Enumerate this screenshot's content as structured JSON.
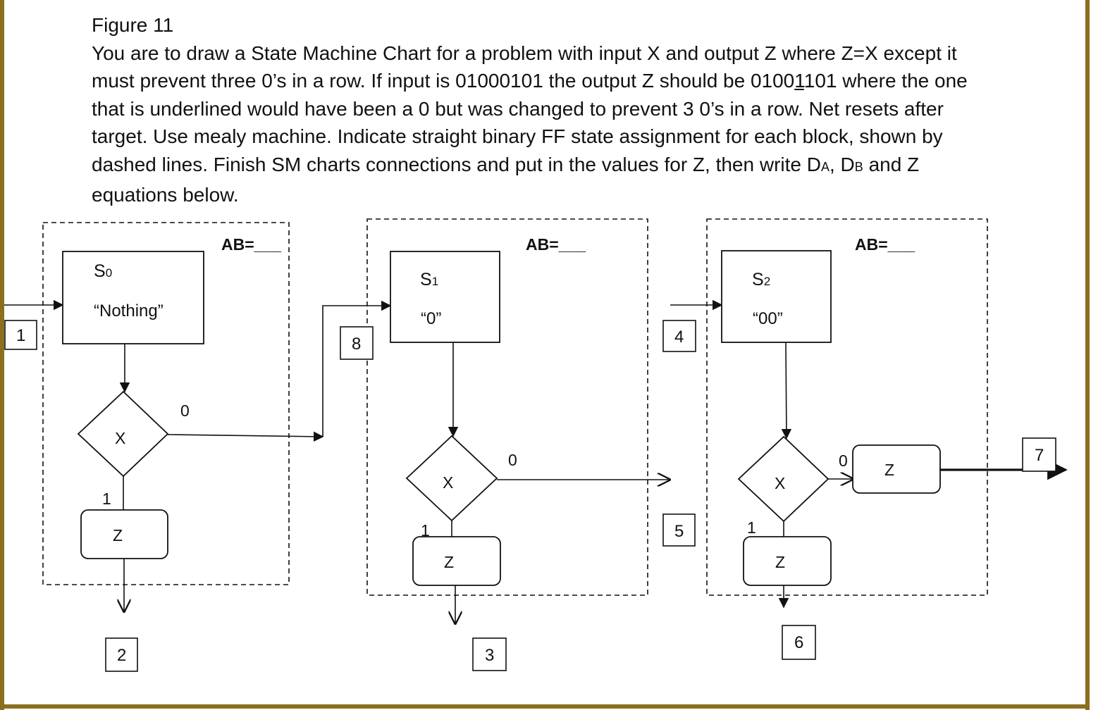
{
  "figure": {
    "title": "Figure 11",
    "lines": [
      "You are to draw a State Machine Chart for a problem with input X and output Z where Z=X except it",
      "that is underlined would have been a 0 but was changed to prevent 3 0’s in a row.  Net resets after",
      "target. Use mealy machine.  Indicate straight binary FF state assignment for each block, shown by",
      "equations below."
    ],
    "line2_before": "must prevent three 0’s in a row.  If input is 01000101 the output Z should be 0100",
    "line2_underlined": "1",
    "line2_after": "101 where the one",
    "line6_before": "dashed lines. Finish SM charts connections and put in the values for Z, then write D",
    "line6_sub_a": "A",
    "line6_mid": ", D",
    "line6_sub_b": "B",
    "line6_after": " and Z"
  },
  "blocks": [
    {
      "ab_label": "AB=___",
      "state_name": "S",
      "state_sub": "0",
      "state_desc": "“Nothing”",
      "decision_label": "X",
      "branch_zero": "0",
      "branch_one": "1",
      "output_label": "Z"
    },
    {
      "ab_label": "AB=___",
      "state_name": "S",
      "state_sub": "1",
      "state_desc": "“0”",
      "decision_label": "X",
      "branch_zero": "0",
      "branch_one": "1",
      "output_label": "Z"
    },
    {
      "ab_label": "AB=___",
      "state_name": "S",
      "state_sub": "2",
      "state_desc": "“00”",
      "decision_label": "X",
      "branch_zero": "0",
      "branch_one": "1",
      "output_label": "Z",
      "extra_output_label": "Z"
    }
  ],
  "numbered_labels": [
    "1",
    "2",
    "3",
    "4",
    "5",
    "6",
    "7",
    "8"
  ],
  "colors": {
    "frame": "#8b6f1e",
    "ink": "#111111"
  }
}
